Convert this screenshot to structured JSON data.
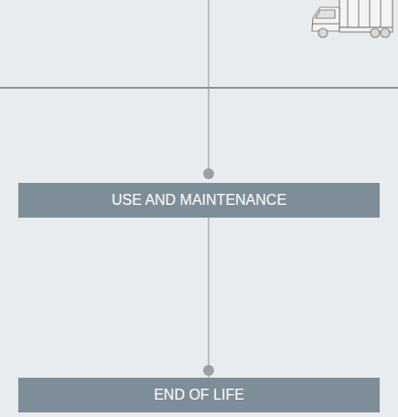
{
  "diagram": {
    "nodes": [
      {
        "text": [
          "USE AND MAINTENANCE"
        ]
      },
      {
        "text": [
          "END OF LIFE"
        ]
      }
    ],
    "edges": [
      {
        "from": 0,
        "to": 1,
        "arrow": "none"
      }
    ]
  }
}
